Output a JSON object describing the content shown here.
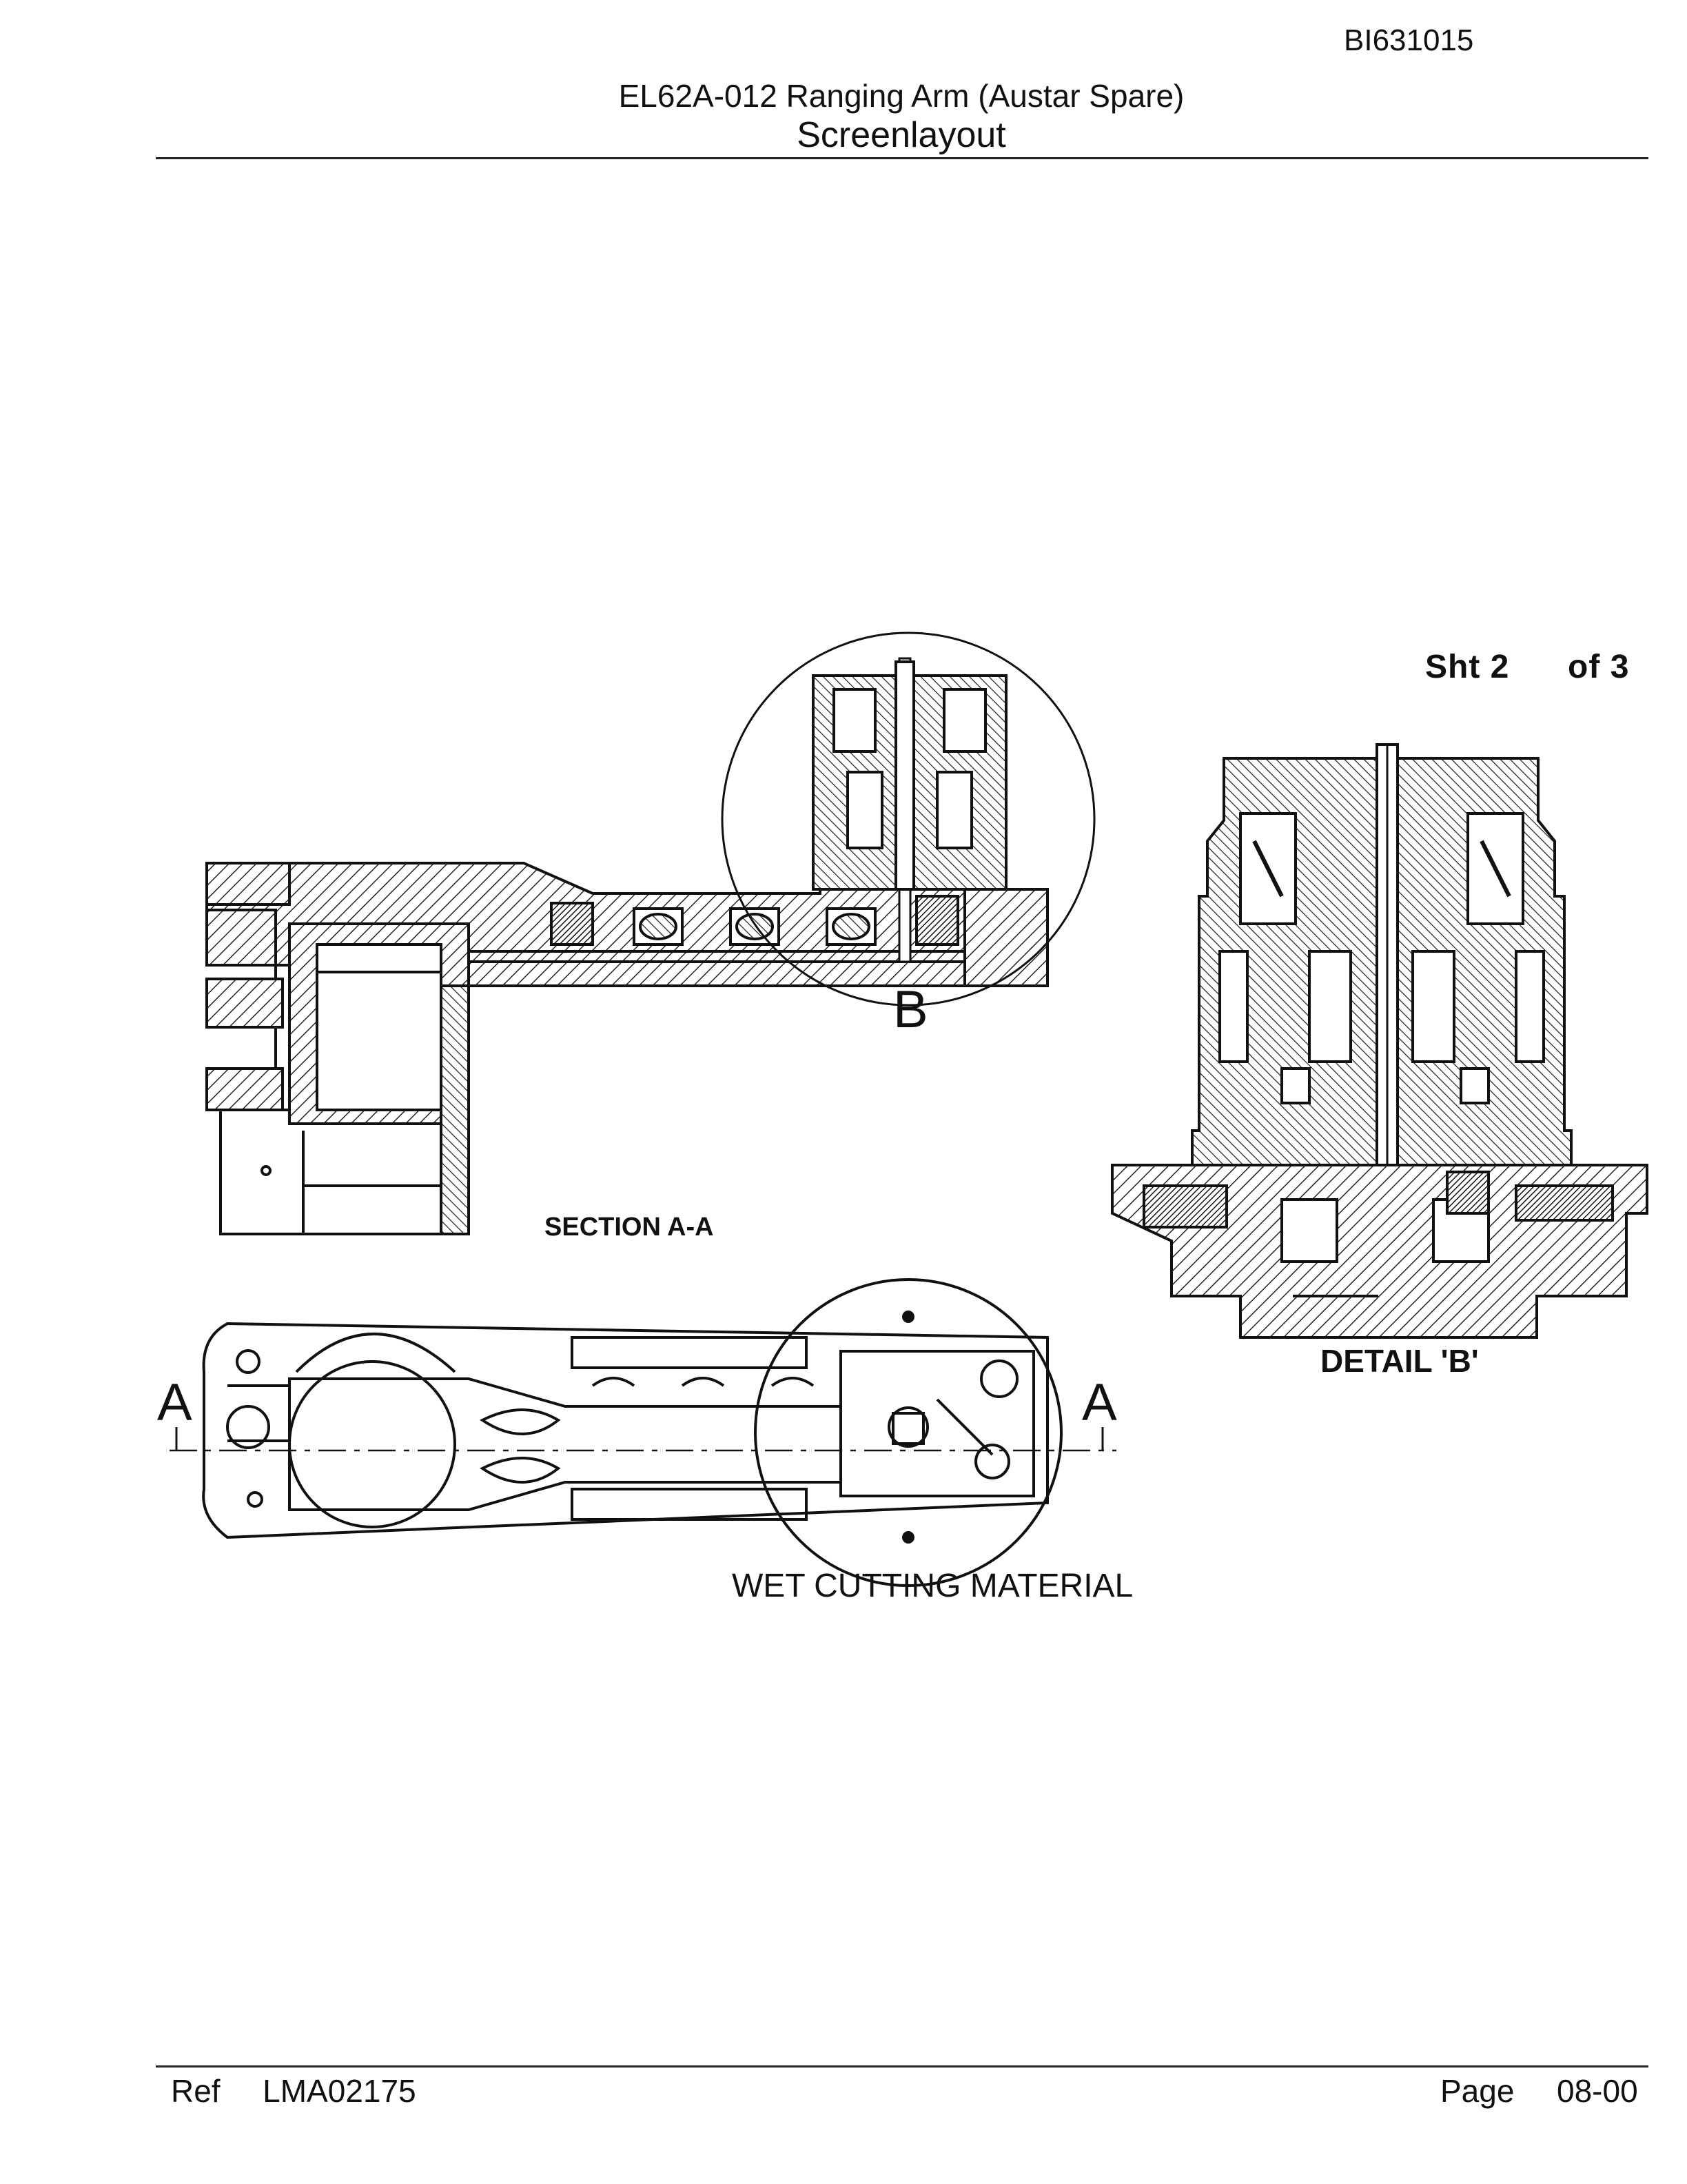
{
  "header": {
    "doc_id": "BI631015",
    "title": "EL62A-012 Ranging Arm (Austar Spare)",
    "subtitle": "Screenlayout"
  },
  "sheet": {
    "label": "Sht 2",
    "of": "of 3"
  },
  "drawing": {
    "detail_marker": "B",
    "section_label": "SECTION A-A",
    "detail_label": "DETAIL 'B'",
    "section_marker": "A",
    "material_label": "WET CUTTING MATERIAL"
  },
  "footer": {
    "ref_label": "Ref",
    "ref_value": "LMA02175",
    "page_label": "Page",
    "page_value": "08-00"
  }
}
